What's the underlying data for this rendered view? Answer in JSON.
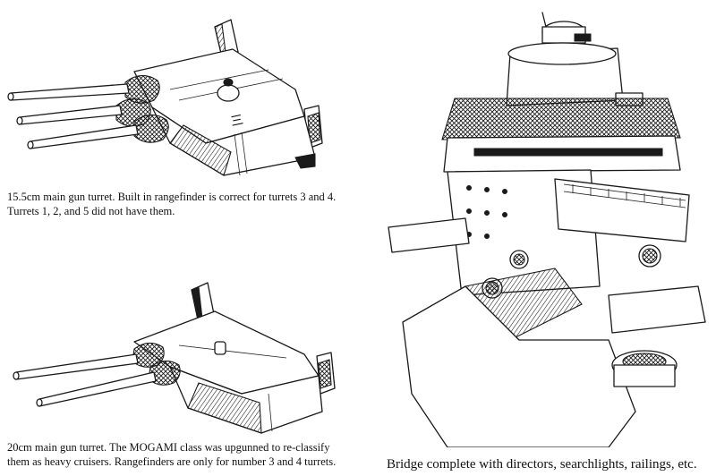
{
  "illustrations": [
    {
      "id": "turret-155",
      "caption_lines": [
        "15.5cm main gun turret. Built in rangefinder is correct for turrets 3 and 4.",
        "Turrets 1, 2, and 5 did not have them."
      ],
      "marking": "三"
    },
    {
      "id": "turret-20",
      "caption_lines": [
        "20cm main gun turret. The MOGAMI class was upgunned to re-classify",
        "them as heavy cruisers. Rangefinders are  only for number 3 and 4 turrets."
      ]
    },
    {
      "id": "bridge",
      "caption_lines": [
        "Bridge complete with directors, searchlights, railings, etc."
      ]
    }
  ]
}
